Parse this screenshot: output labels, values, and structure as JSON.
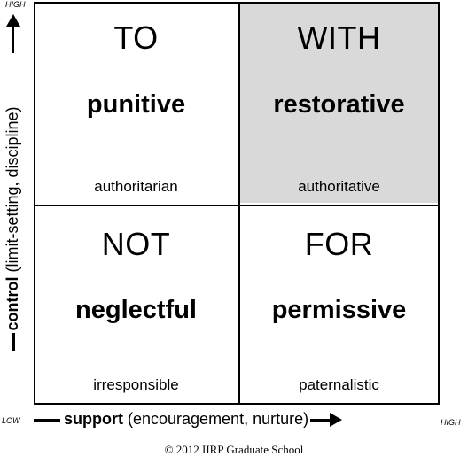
{
  "cells": {
    "top_left": {
      "prep": "TO",
      "main": "punitive",
      "sub": "authoritarian"
    },
    "top_right": {
      "prep": "WITH",
      "main": "restorative",
      "sub": "authoritative"
    },
    "bottom_left": {
      "prep": "NOT",
      "main": "neglectful",
      "sub": "irresponsible"
    },
    "bottom_right": {
      "prep": "FOR",
      "main": "permissive",
      "sub": "paternalistic"
    }
  },
  "y_axis": {
    "high_label": "HIGH",
    "title_bold": "control",
    "title_rest": " (limit-setting, discipline)"
  },
  "x_axis": {
    "low_label": "LOW",
    "high_label": "HIGH",
    "title_bold": "support",
    "title_rest": " (encouragement, nurture)"
  },
  "copyright": "© 2012 IIRP Graduate School",
  "colors": {
    "highlight_cell": "#d9d9d9",
    "lines": "#000000"
  }
}
